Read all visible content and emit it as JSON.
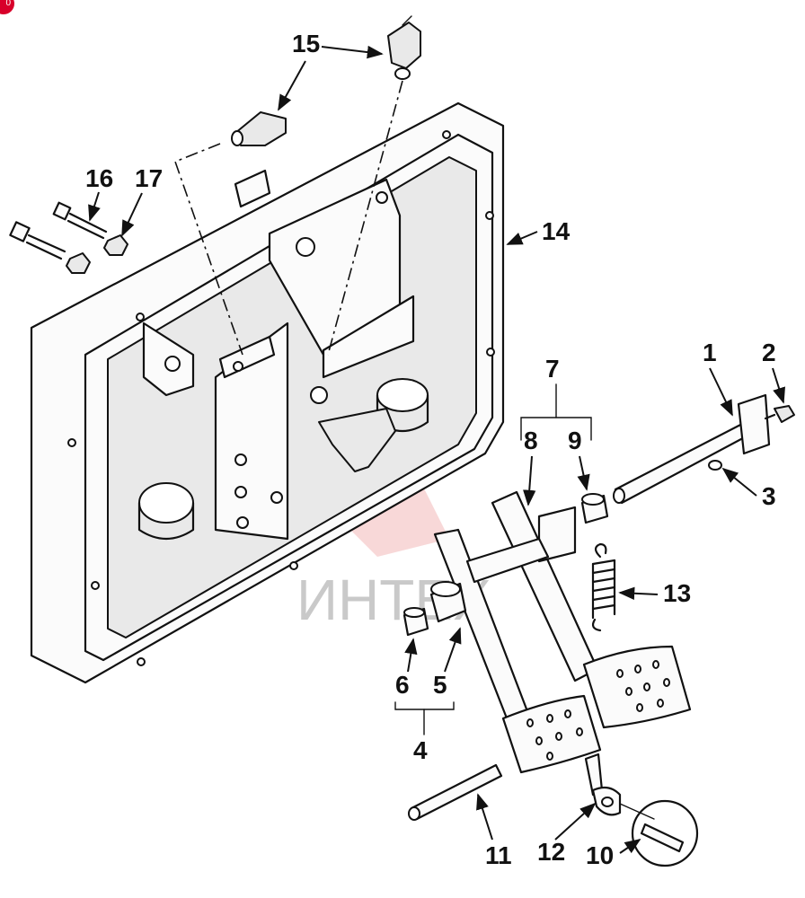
{
  "diagram": {
    "watermark_text": "ИНТЕХ",
    "corner_badge": "0",
    "callouts": [
      "1",
      "2",
      "3",
      "4",
      "5",
      "6",
      "7",
      "8",
      "9",
      "10",
      "11",
      "12",
      "13",
      "14",
      "15",
      "16",
      "17"
    ]
  },
  "colors": {
    "ink": "#111111",
    "watermark": "#f2b8b8",
    "badge": "#d8002a"
  }
}
